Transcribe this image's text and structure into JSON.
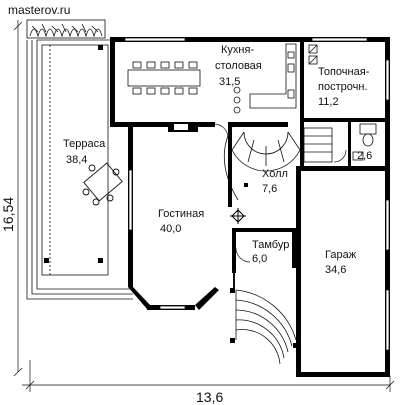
{
  "site": {
    "watermark": "masterov.ru"
  },
  "dimensions": {
    "width": "13,6",
    "height": "16,54"
  },
  "rooms": {
    "kitchen": {
      "name_line1": "Кухня-",
      "name_line2": "столовая",
      "area": "31,5"
    },
    "boiler": {
      "name_line1": "Топочная-",
      "name_line2": "построчн.",
      "area": "11,2"
    },
    "terrace": {
      "name": "Терраса",
      "area": "38,4"
    },
    "hall": {
      "name": "Холл",
      "area": "7,6"
    },
    "living": {
      "name": "Гостиная",
      "area": "40,0"
    },
    "vestibule": {
      "name": "Тамбур",
      "area": "6,0"
    },
    "garage": {
      "name": "Гараж",
      "area": "34,6"
    },
    "wc": {
      "area": "2,6"
    }
  },
  "colors": {
    "wall": "#000000",
    "line": "#111111",
    "background": "#ffffff"
  }
}
